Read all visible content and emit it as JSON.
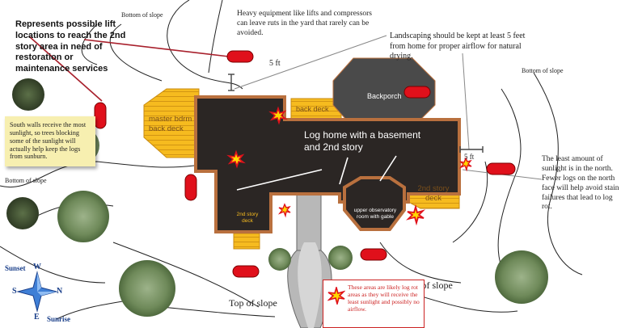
{
  "labels": {
    "bottom_of_slope_top": "Bottom of slope",
    "bottom_of_slope_right": "Bottom of slope",
    "bottom_of_slope_left": "Bottom of slope",
    "top_of_slope_bottom": "Top of slope",
    "top_of_slope_right": "Top of slope",
    "lift_locations": "Represents possible lift locations to reach the 2nd story area in need of restoration or maintenance services",
    "heavy_equipment": "Heavy equipment like lifts and compressors can leave ruts in the yard that rarely can be avoided.",
    "landscaping": "Landscaping should be kept at least 5 feet from home for proper airflow for natural drying.",
    "five_ft_top": "5 ft",
    "five_ft_right": "5 ft",
    "south_walls": "South walls receive the most sunlight, so trees blocking some of the sunlight will actually help keep the logs from sunburn.",
    "least_sunlight": "The least amount of sunlight is in the north. Fewer logs on the north face will help avoid stain failures that lead to log rot.",
    "legend_text": "These areas are likely log rot areas as they will receive the least sunlight and possibly no airflow."
  },
  "house": {
    "main_label": "Log home with a basement and 2nd story",
    "master_bdrm": "master bdrm back deck",
    "back_deck": "back deck",
    "backporch": "Backporch",
    "second_story_deck_right": "2nd story deck",
    "second_story_deck_left": "2nd story deck",
    "observatory": "upper observatory room with gable"
  },
  "compass": {
    "w": "W",
    "e": "E",
    "s": "S",
    "n": "N",
    "sunset": "Sunset",
    "sunrise": "Sunrise"
  },
  "colors": {
    "roof": "#2b2624",
    "roof_border": "#b9703e",
    "deck": "#f6bb1f",
    "deck_line": "#c98b10",
    "backporch": "#4a4a4a",
    "lift_marker": "#e0101b",
    "driveway": "#b8b8b8",
    "tree": "#6f8a5a",
    "note_bg": "#f7efb0",
    "accent_line": "#a8202c"
  },
  "icons": [
    "log-rot-burst-icon",
    "lift-marker-icon",
    "tree-icon",
    "compass-star-icon"
  ]
}
